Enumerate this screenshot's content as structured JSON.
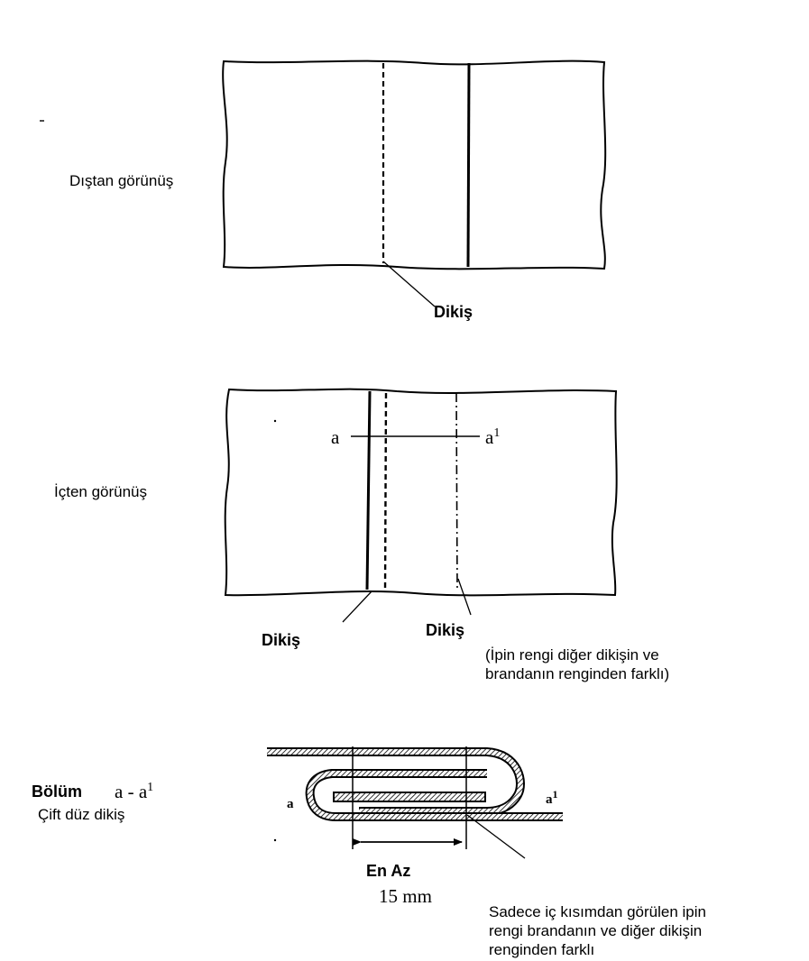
{
  "outside": {
    "title": "Dıştan görünüş",
    "seam_label": "Dikiş"
  },
  "inside": {
    "title": "İçten görünüş",
    "section_left": "a",
    "section_right": "a",
    "section_right_sup": "1",
    "seam_label_1": "Dikiş",
    "seam_label_2": "Dikiş",
    "note_line1": "(İpin rengi diğer dikişin ve",
    "note_line2": "brandanın renginden farklı)"
  },
  "section": {
    "title": "Bölüm",
    "name_left": "a - a",
    "name_sup": "1",
    "subtitle": "Çift düz dikiş",
    "end_left": "a",
    "end_right": "a",
    "end_right_sup": "1",
    "dimension_label": "En Az",
    "dimension_value": "15 mm",
    "note_line1": "Sadece iç kısımdan görülen ipin",
    "note_line2": "rengi brandanın ve diğer dikişin",
    "note_line3": "renginden farklı"
  },
  "colors": {
    "ink": "#000000",
    "paper": "#ffffff"
  }
}
